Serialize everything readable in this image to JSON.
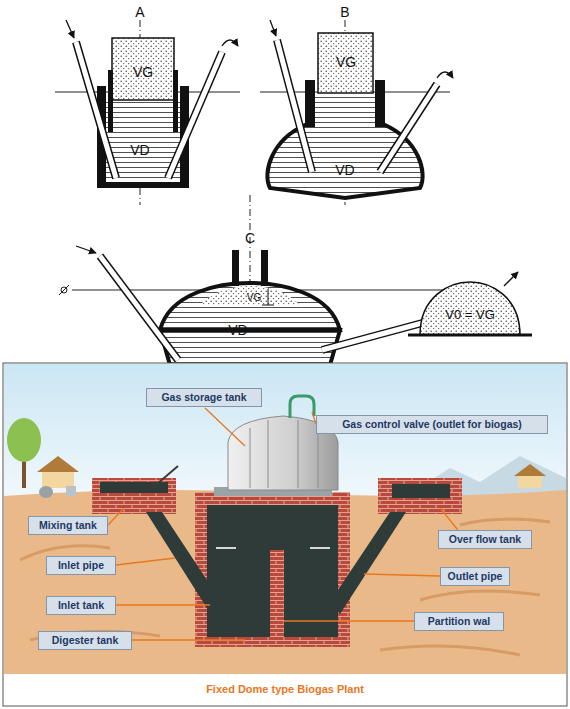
{
  "diagram": {
    "caption": "Fixed Dome type Biogas Plant",
    "nodes": [
      {
        "text": [
          "Gas storage tank"
        ]
      },
      {
        "text": [
          "Gas control valve (outlet for biogas)"
        ]
      },
      {
        "text": [
          "Mixing tank"
        ]
      },
      {
        "text": [
          "Over flow tank"
        ]
      },
      {
        "text": [
          "Inlet pipe"
        ]
      },
      {
        "text": [
          "Outlet pipe"
        ]
      },
      {
        "text": [
          "Inlet tank"
        ]
      },
      {
        "text": [
          "Partition wal"
        ]
      },
      {
        "text": [
          "Digester tank"
        ]
      }
    ],
    "labels": [
      "A",
      "VG",
      "VD",
      "B",
      "VG",
      "VD",
      "C",
      "VG",
      "VD",
      "V0 = VG"
    ]
  }
}
